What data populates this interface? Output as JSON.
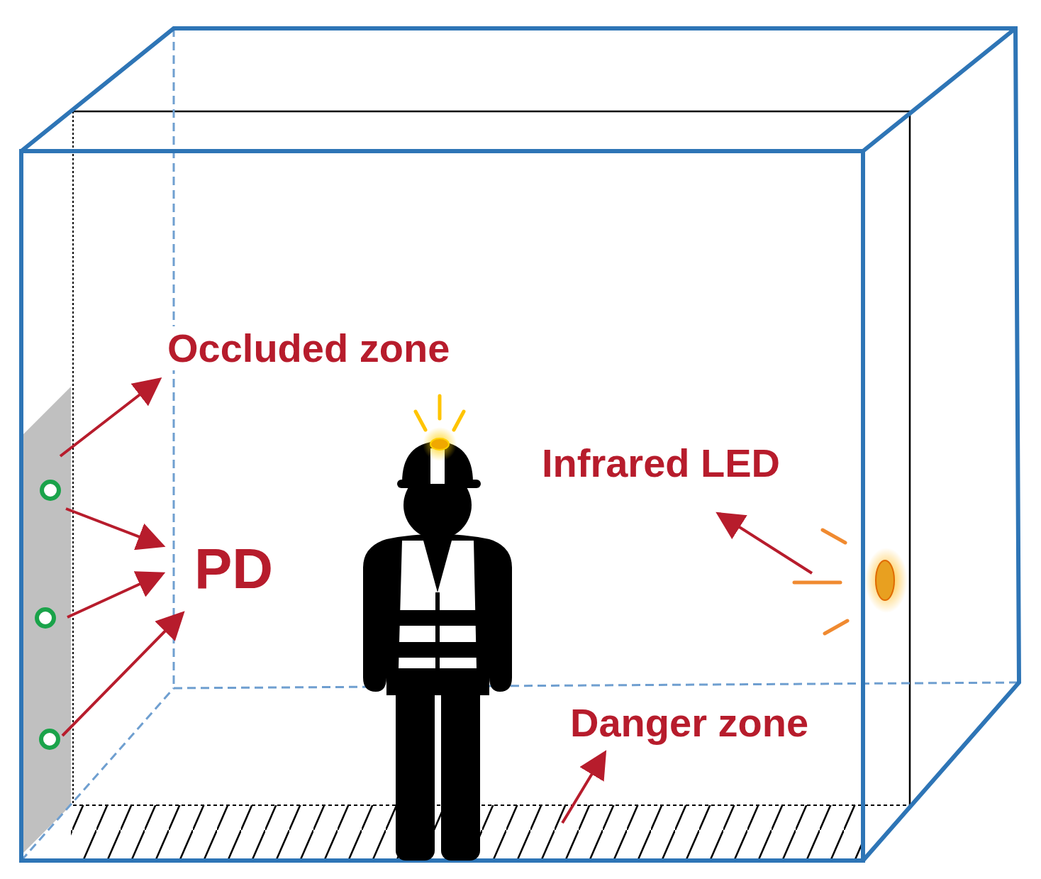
{
  "diagram": {
    "labels": [
      "Occluded zone",
      "PD",
      "Infrared LED",
      "Danger zone"
    ]
  }
}
